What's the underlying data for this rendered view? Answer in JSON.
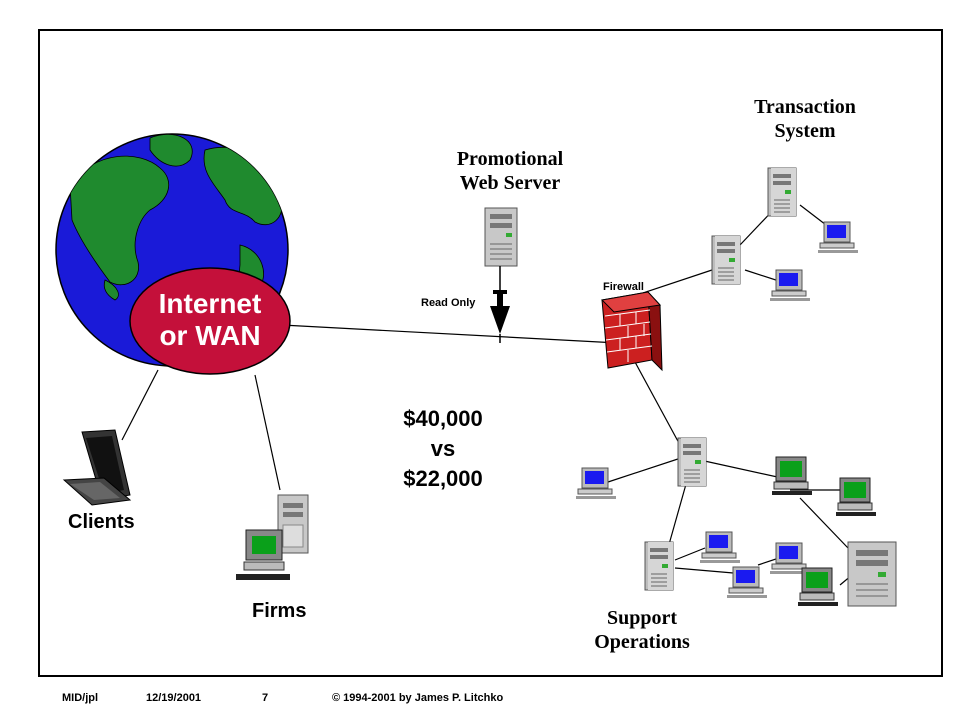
{
  "cloud": {
    "line1": "Internet",
    "line2": "or WAN",
    "color": "#c4103a"
  },
  "labels": {
    "clients": "Clients",
    "firms": "Firms",
    "promo_line1": "Promotional",
    "promo_line2": "Web Server",
    "read_only": "Read Only",
    "firewall": "Firewall",
    "transaction_line1": "Transaction",
    "transaction_line2": "System",
    "support_line1": "Support",
    "support_line2": "Operations"
  },
  "cost": {
    "line1": "$40,000",
    "line2": "vs",
    "line3": "$22,000"
  },
  "footer": {
    "author": "MID/jpl",
    "date": "12/19/2001",
    "page": "7",
    "copyright": "© 1994-2001 by James P. Litchko"
  },
  "colors": {
    "ocean": "#1a1ad8",
    "land": "#1f8a2e",
    "firewall_brick": "#cc2020",
    "monitor_blue": "#1a1af0",
    "monitor_green": "#0aa01a"
  }
}
